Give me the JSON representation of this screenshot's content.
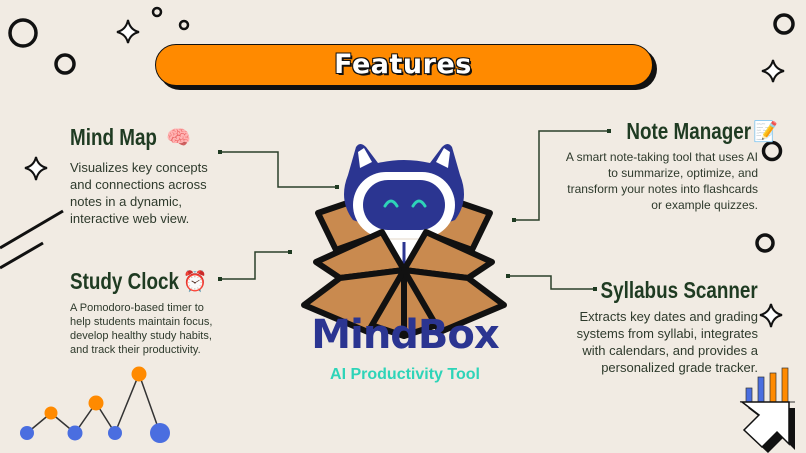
{
  "banner": {
    "title": "Features",
    "color": "#ff8a00"
  },
  "logo": {
    "name": "MindBox",
    "tagline": "AI Productivity Tool",
    "brand_color": "#2b3591",
    "accent_color": "#2ed4b8"
  },
  "features": [
    {
      "title": "Mind Map",
      "icon": "brain-icon",
      "emoji": "🧠",
      "description": "Visualizes key concepts and connections across notes in a dynamic, interactive web view."
    },
    {
      "title": "Study Clock",
      "icon": "alarm-clock-icon",
      "emoji": "⏰",
      "description": "A Pomodoro-based timer to help students maintain focus, develop healthy study habits, and track their productivity."
    },
    {
      "title": "Note Manager",
      "icon": "memo-icon",
      "emoji": "📝",
      "description": "A smart note-taking tool that uses AI to summarize, optimize, and transform your notes into flashcards or example quizzes."
    },
    {
      "title": "Syllabus Scanner",
      "icon": "document-scan-icon",
      "description": "Extracts key dates and grading systems from syllabi, integrates with calendars, and provides a personalized grade tracker."
    }
  ],
  "colors": {
    "background": "#f1ebe3",
    "title_text": "#1f3b22",
    "body_text": "#2e3a2c",
    "chart_blue": "#4a6ee0",
    "chart_orange": "#ff8a00"
  }
}
